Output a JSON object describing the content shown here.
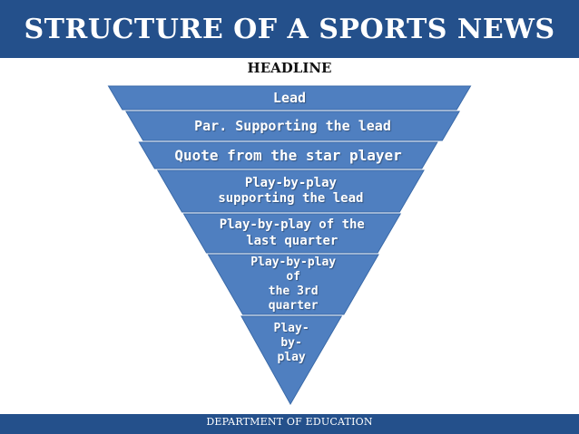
{
  "title": "STRUCTURE OF A SPORTS NEWS",
  "headline": "HEADLINE",
  "bands": [
    {
      "label": "Lead"
    },
    {
      "label": "Par. Supporting the lead"
    },
    {
      "label": "Quote from the star player"
    },
    {
      "label": "Play-by-play\nsupporting the lead"
    },
    {
      "label": "Play-by-play of the\nlast quarter"
    },
    {
      "label": "Play-by-play of\nthe 3rd quarter"
    },
    {
      "label": "Play-by-\nplay"
    }
  ],
  "footer": "DEPARTMENT OF EDUCATION",
  "colors": {
    "title_bar": "#24508b",
    "band_fill": "#4f7fc0",
    "band_edge": "#3a6aa8",
    "text_light": "#ffffff"
  }
}
